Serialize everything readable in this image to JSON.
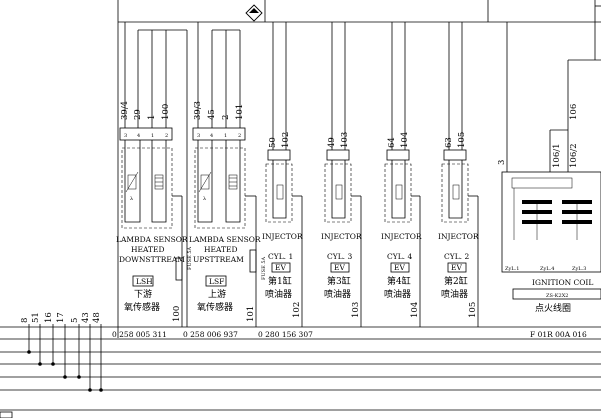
{
  "bus_wires": [
    {
      "label": "8"
    },
    {
      "label": "51"
    },
    {
      "label": "16"
    },
    {
      "label": "17"
    },
    {
      "label": "5"
    },
    {
      "label": "43"
    },
    {
      "label": "48"
    }
  ],
  "lambda_down": {
    "top_pins": [
      "39/4",
      "29",
      "1",
      "100"
    ],
    "conn_pins": [
      "3",
      "4",
      "1",
      "2"
    ],
    "lines": [
      "LAMBDA SENSOR",
      "HEATED",
      "DOWNSTTREAM"
    ],
    "code": "LSH",
    "cn1": "下游",
    "cn2": "氧传感器",
    "bottom_wire": "100",
    "part_no": "0 258 005 311"
  },
  "lambda_up": {
    "top_pins": [
      "39/3",
      "45",
      "2",
      "101"
    ],
    "conn_pins": [
      "3",
      "4",
      "1",
      "2"
    ],
    "lines": [
      "LAMBDA SENSOR",
      "HEATED",
      "UPSTTREAM"
    ],
    "code": "LSF",
    "cn1": "上游",
    "cn2": "氧传感器",
    "bottom_wire": "101",
    "part_no": "0 258 006 937",
    "fuse_left": "FUSE 5A",
    "fuse_right": "FUSE 5A"
  },
  "injectors": [
    {
      "top_pins": [
        "50",
        "102"
      ],
      "title": "INJECTOR",
      "cyl": "CYL. 1",
      "code": "EV",
      "cn1": "第1缸",
      "cn2": "喷油器",
      "bottom_wire": "102"
    },
    {
      "top_pins": [
        "49",
        "103"
      ],
      "title": "INJECTOR",
      "cyl": "CYL. 3",
      "code": "EV",
      "cn1": "第3缸",
      "cn2": "喷油器",
      "bottom_wire": "103"
    },
    {
      "top_pins": [
        "64",
        "104"
      ],
      "title": "INJECTOR",
      "cyl": "CYL. 4",
      "code": "EV",
      "cn1": "第4缸",
      "cn2": "喷油器",
      "bottom_wire": "104"
    },
    {
      "top_pins": [
        "63",
        "105"
      ],
      "title": "INJECTOR",
      "cyl": "CYL. 2",
      "code": "EV",
      "cn1": "第2缸",
      "cn2": "喷油器",
      "bottom_wire": "105"
    }
  ],
  "injector_part_no": "0 280 156 307",
  "ignition": {
    "left_wire": "3",
    "wires": [
      "106/1",
      "106/2",
      "106"
    ],
    "title": "IGNITION COIL",
    "code": "ZS-K2X2",
    "cn": "点火线圈",
    "terminals": [
      "ZyL.1",
      "ZyL.4",
      "ZyL.3"
    ],
    "part_no": "F 01R 00A 016"
  }
}
